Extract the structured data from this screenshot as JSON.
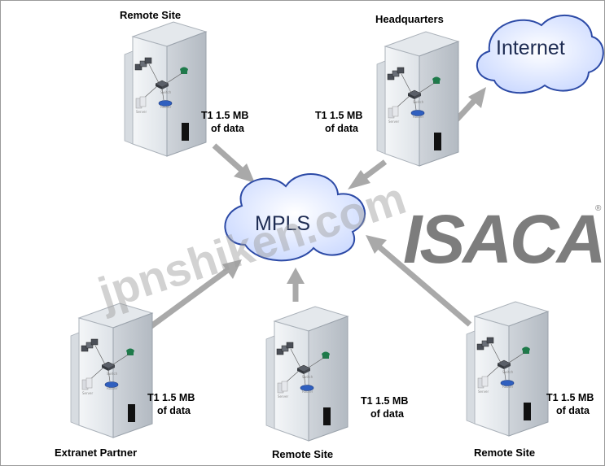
{
  "sites": {
    "remote_top": {
      "name": "Remote Site",
      "link": "T1 1.5 MB",
      "link_sub": "of data"
    },
    "headquarters": {
      "name": "Headquarters",
      "link": "T1 1.5 MB",
      "link_sub": "of data"
    },
    "extranet": {
      "name": "Extranet Partner",
      "link": "T1 1.5 MB",
      "link_sub": "of data"
    },
    "remote_bottom_center": {
      "name": "Remote Site",
      "link": "T1 1.5 MB",
      "link_sub": "of data"
    },
    "remote_bottom_right": {
      "name": "Remote Site",
      "link": "T1 1.5 MB",
      "link_sub": "of data"
    }
  },
  "clouds": {
    "mpls": "MPLS",
    "internet": "Internet"
  },
  "watermark": "jpnshiken.com",
  "brand": {
    "name": "ISACA",
    "mark": "®"
  },
  "colors": {
    "cloud_fill": "#dfe8ff",
    "cloud_stroke": "#2c4aa6",
    "arrow": "#a9a9a9",
    "building_front": "#e9edf1",
    "building_side": "#c9cfd6"
  }
}
